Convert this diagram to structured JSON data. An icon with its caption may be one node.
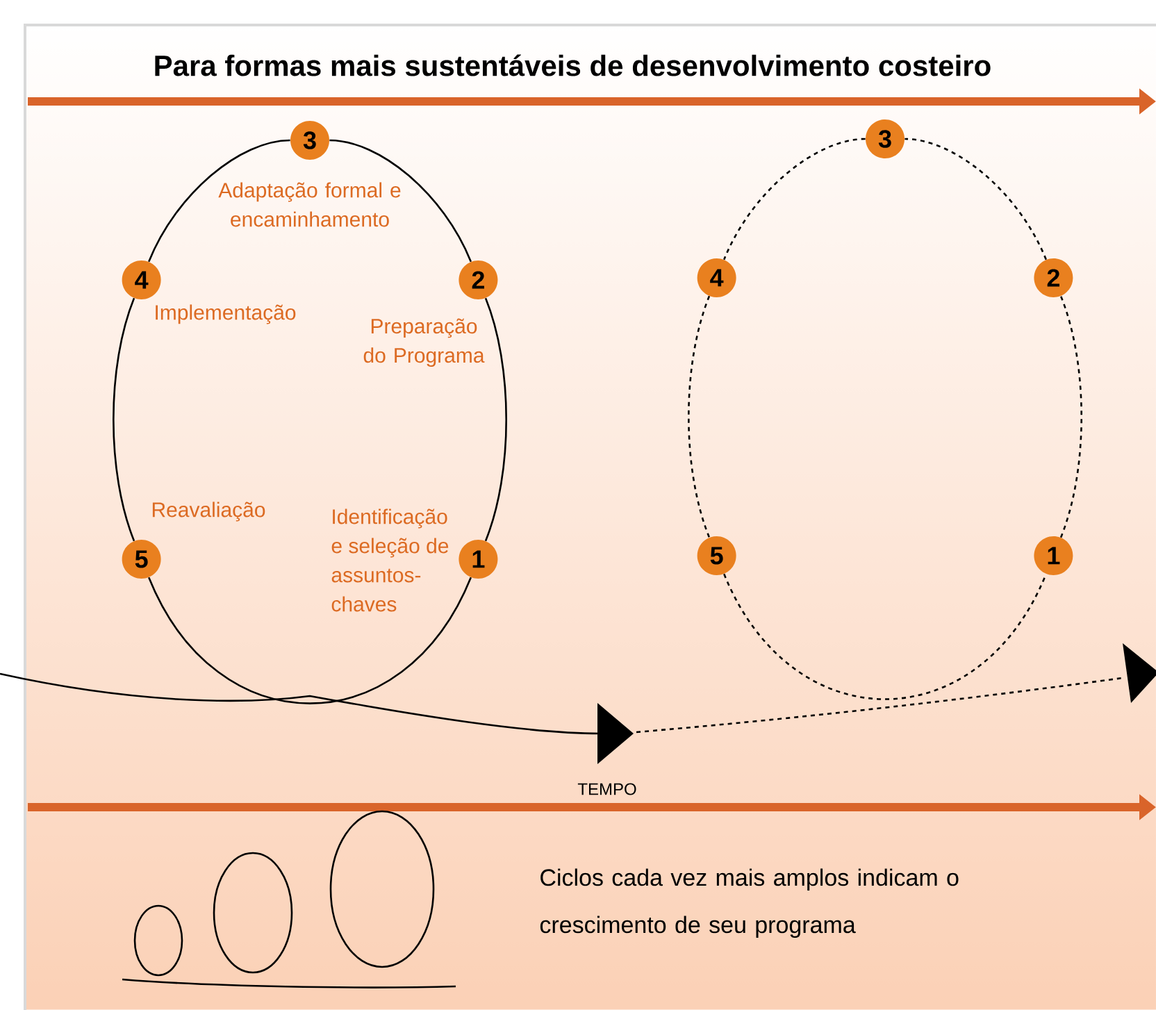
{
  "diagram": {
    "title": "Para formas mais sustentáveis de desenvolvimento costeiro",
    "nodes": [
      {
        "text": [
          "1"
        ],
        "beside": [
          "Identificação e seleção de assuntos-chaves"
        ]
      },
      {
        "text": [
          "2"
        ],
        "beside": [
          "Preparação do Programa"
        ]
      },
      {
        "text": [
          "3"
        ],
        "beside": [
          "Adaptação formal e encaminhamento"
        ]
      },
      {
        "text": [
          "4"
        ],
        "beside": [
          "Implementação"
        ]
      },
      {
        "text": [
          "5"
        ],
        "beside": [
          "Reavaliação"
        ]
      },
      {
        "text": [
          "1"
        ]
      },
      {
        "text": [
          "2"
        ]
      },
      {
        "text": [
          "3"
        ]
      },
      {
        "text": [
          "4"
        ]
      },
      {
        "text": [
          "5"
        ]
      }
    ],
    "edges": [
      {
        "from": 0,
        "to": 1,
        "arrow": "none"
      },
      {
        "from": 1,
        "to": 2,
        "arrow": "none"
      },
      {
        "from": 2,
        "to": 3,
        "arrow": "none"
      },
      {
        "from": 3,
        "to": 4,
        "arrow": "none"
      },
      {
        "from": 4,
        "to": 0,
        "arrow": "none"
      },
      {
        "from": 5,
        "to": 6,
        "arrow": "none",
        "style": "dashed"
      },
      {
        "from": 6,
        "to": 7,
        "arrow": "none",
        "style": "dashed"
      },
      {
        "from": 7,
        "to": 8,
        "arrow": "none",
        "style": "dashed"
      },
      {
        "from": 8,
        "to": 9,
        "arrow": "none",
        "style": "dashed"
      },
      {
        "from": 9,
        "to": 5,
        "arrow": "none",
        "style": "dashed"
      }
    ],
    "labels": [
      "TEMPO",
      "Ciclos cada vez mais amplos indicam o crescimento de seu programa"
    ]
  }
}
